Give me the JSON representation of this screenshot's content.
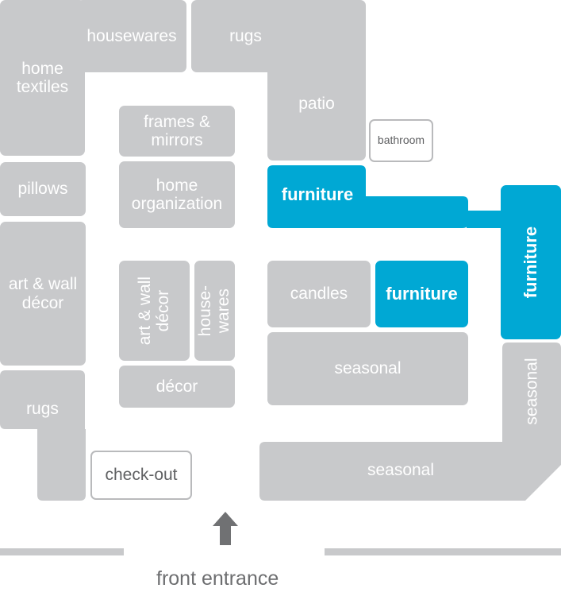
{
  "map": {
    "colors": {
      "department": "#c8c9cb",
      "highlight": "#00a8d4",
      "outline": "#b9babc",
      "text_dark": "#5f6062",
      "arrow": "#707173"
    },
    "departments": {
      "home_textiles": "home\ntextiles",
      "housewares_top": "housewares",
      "rugs_top": "rugs",
      "patio": "patio",
      "bathroom": "bathroom",
      "frames_mirrors": "frames &\nmirrors",
      "home_organization": "home\norganization",
      "pillows": "pillows",
      "furniture_top": "furniture",
      "furniture_right": "furniture",
      "art_wall_decor_left": "art & wall\ndécor",
      "art_wall_decor_vertical": "art & wall\ndécor",
      "housewares_vertical": "house-\nwares",
      "candles": "candles",
      "furniture_middle": "furniture",
      "seasonal_middle": "seasonal",
      "decor": "décor",
      "seasonal_right": "seasonal",
      "rugs_bottom": "rugs",
      "check_out": "check-out",
      "seasonal_bottom": "seasonal"
    },
    "entrance": {
      "label": "front entrance",
      "icon": "up-arrow-icon"
    }
  }
}
